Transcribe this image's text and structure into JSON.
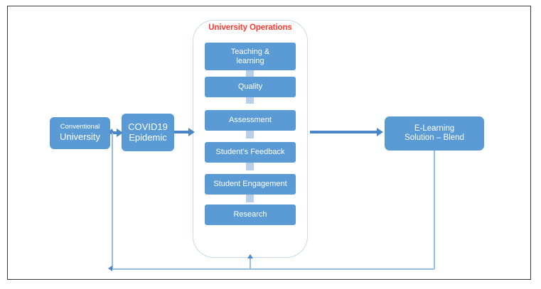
{
  "diagram": {
    "title": "University Operations",
    "title_color": "#FF3B30",
    "box_color": "#5B9BD5",
    "connector_color": "#B9CFE8",
    "arrow_color": "#4A86C8",
    "loop_color": "#95BCE3",
    "frame_color": "#3A3A3A"
  },
  "left_nodes": {
    "conventional": {
      "line1": "Conventional",
      "line2": "University"
    },
    "covid": {
      "line1": "COVID19",
      "line2": "Epidemic"
    }
  },
  "operations": {
    "items": [
      {
        "label": "Teaching & learning",
        "line1": "Teaching &",
        "line2": "learning"
      },
      {
        "label": "Quality",
        "line1": "Quality",
        "line2": ""
      },
      {
        "label": "Assessment",
        "line1": "Assessment",
        "line2": ""
      },
      {
        "label": "Student’s Feedback",
        "line1": "Student’s Feedback",
        "line2": ""
      },
      {
        "label": "Student Engagement",
        "line1": "Student Engagement",
        "line2": ""
      },
      {
        "label": "Research",
        "line1": "Research",
        "line2": ""
      }
    ]
  },
  "right_nodes": {
    "elearning": {
      "line1": "E-Learning",
      "line2": "Solution – Blend"
    }
  },
  "chart_data": {
    "type": "diagram",
    "title": "University Operations",
    "nodes": [
      "Conventional University",
      "COVID19 Epidemic",
      "Teaching & learning",
      "Quality",
      "Assessment",
      "Student’s Feedback",
      "Student Engagement",
      "Research",
      "E-Learning Solution – Blend"
    ],
    "edges": [
      {
        "from": "Conventional University",
        "to": "COVID19 Epidemic"
      },
      {
        "from": "COVID19 Epidemic",
        "to": "University Operations"
      },
      {
        "from": "University Operations",
        "to": "E-Learning Solution – Blend"
      },
      {
        "from": "E-Learning Solution – Blend",
        "to": "University Operations",
        "style": "feedback"
      },
      {
        "from": "E-Learning Solution – Blend",
        "to": "Conventional University",
        "style": "feedback"
      }
    ]
  }
}
